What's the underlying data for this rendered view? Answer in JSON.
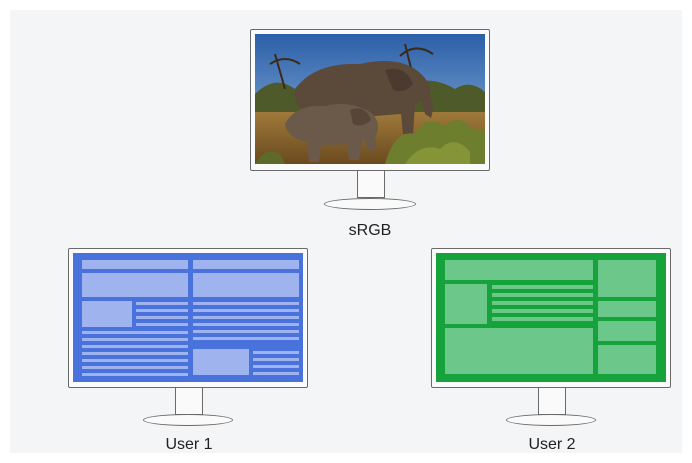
{
  "labels": {
    "srgb": "sRGB",
    "user1": "User 1",
    "user2": "User 2"
  },
  "monitors": [
    {
      "name": "srgb-monitor",
      "content": "photo of elephants eating shrubs"
    },
    {
      "name": "user1-monitor",
      "screen_color": "#4a72dd",
      "block_color": "#9fb4ee"
    },
    {
      "name": "user2-monitor",
      "screen_color": "#17a33c",
      "block_color": "#6cc78b"
    }
  ]
}
